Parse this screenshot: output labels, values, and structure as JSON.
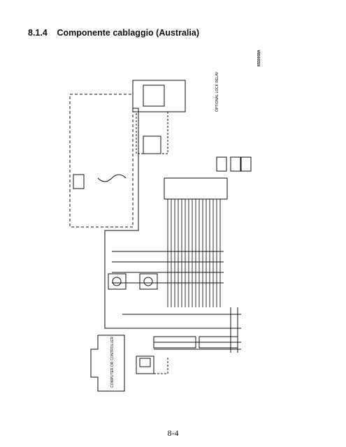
{
  "heading": {
    "number": "8.1.4",
    "title": "Componente cablaggio (Australia)"
  },
  "diagram": {
    "doc_code": "8S50008A",
    "controller_label": "COMPUTER OR CONTROLLER",
    "optional_relay_label": "OPTIONAL LOCK RELAY"
  },
  "footer": {
    "page_number": "8-4"
  }
}
